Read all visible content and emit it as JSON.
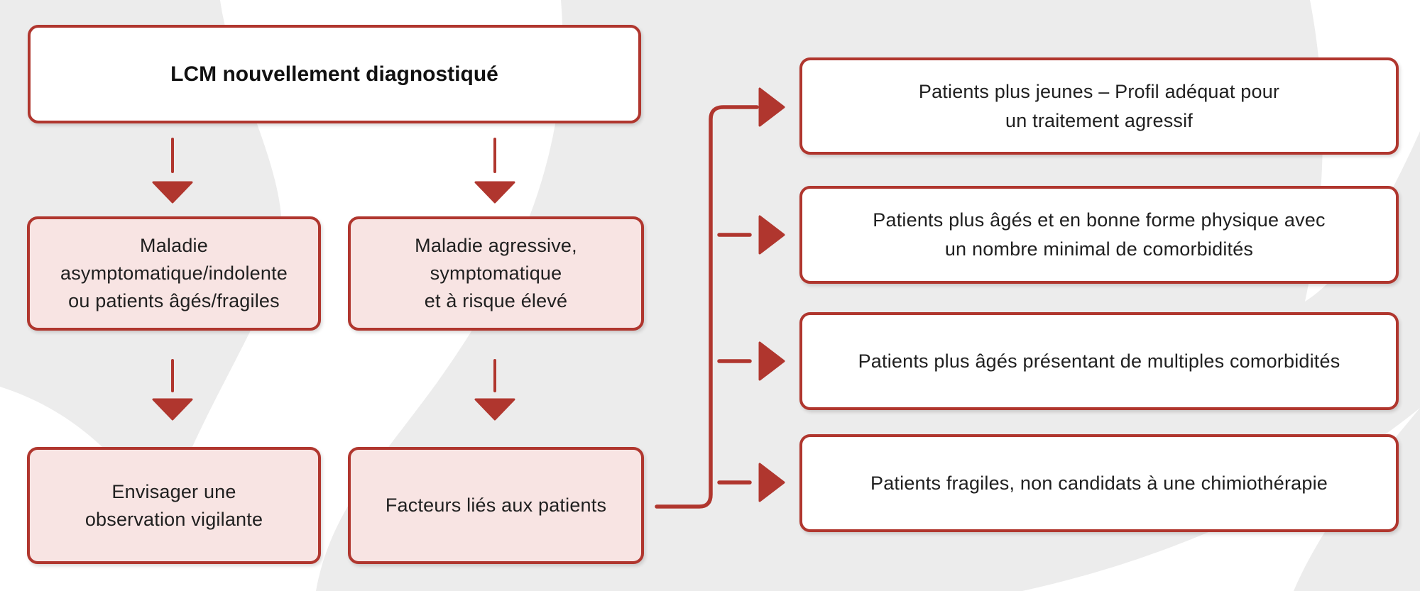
{
  "diagram": {
    "colors": {
      "background": "#ececec",
      "accent_red": "#b0362e",
      "pink_fill": "#f8e4e3",
      "box_white": "#ffffff",
      "text": "#202020"
    },
    "root": {
      "label": "LCM nouvellement diagnostiqué"
    },
    "disease_row": {
      "indolent": {
        "lines": [
          "Maladie",
          "asymptomatique/indolente",
          "ou patients âgés/fragiles"
        ]
      },
      "aggressive": {
        "lines": [
          "Maladie agressive,",
          "symptomatique",
          "et à risque élevé"
        ]
      }
    },
    "action_row": {
      "watchful_waiting": {
        "lines": [
          "Envisager une",
          "observation vigilante"
        ]
      },
      "patient_factors": {
        "label": "Facteurs liés aux patients"
      }
    },
    "patient_profiles": [
      {
        "lines": [
          "Patients plus jeunes – Profil adéquat pour",
          "un traitement agressif"
        ]
      },
      {
        "lines": [
          "Patients plus âgés et en bonne forme physique avec",
          "un nombre minimal de comorbidités"
        ]
      },
      {
        "lines": [
          "Patients plus âgés présentant de multiples comorbidités"
        ]
      },
      {
        "lines": [
          "Patients fragiles, non candidats à une chimiothérapie"
        ]
      }
    ]
  }
}
